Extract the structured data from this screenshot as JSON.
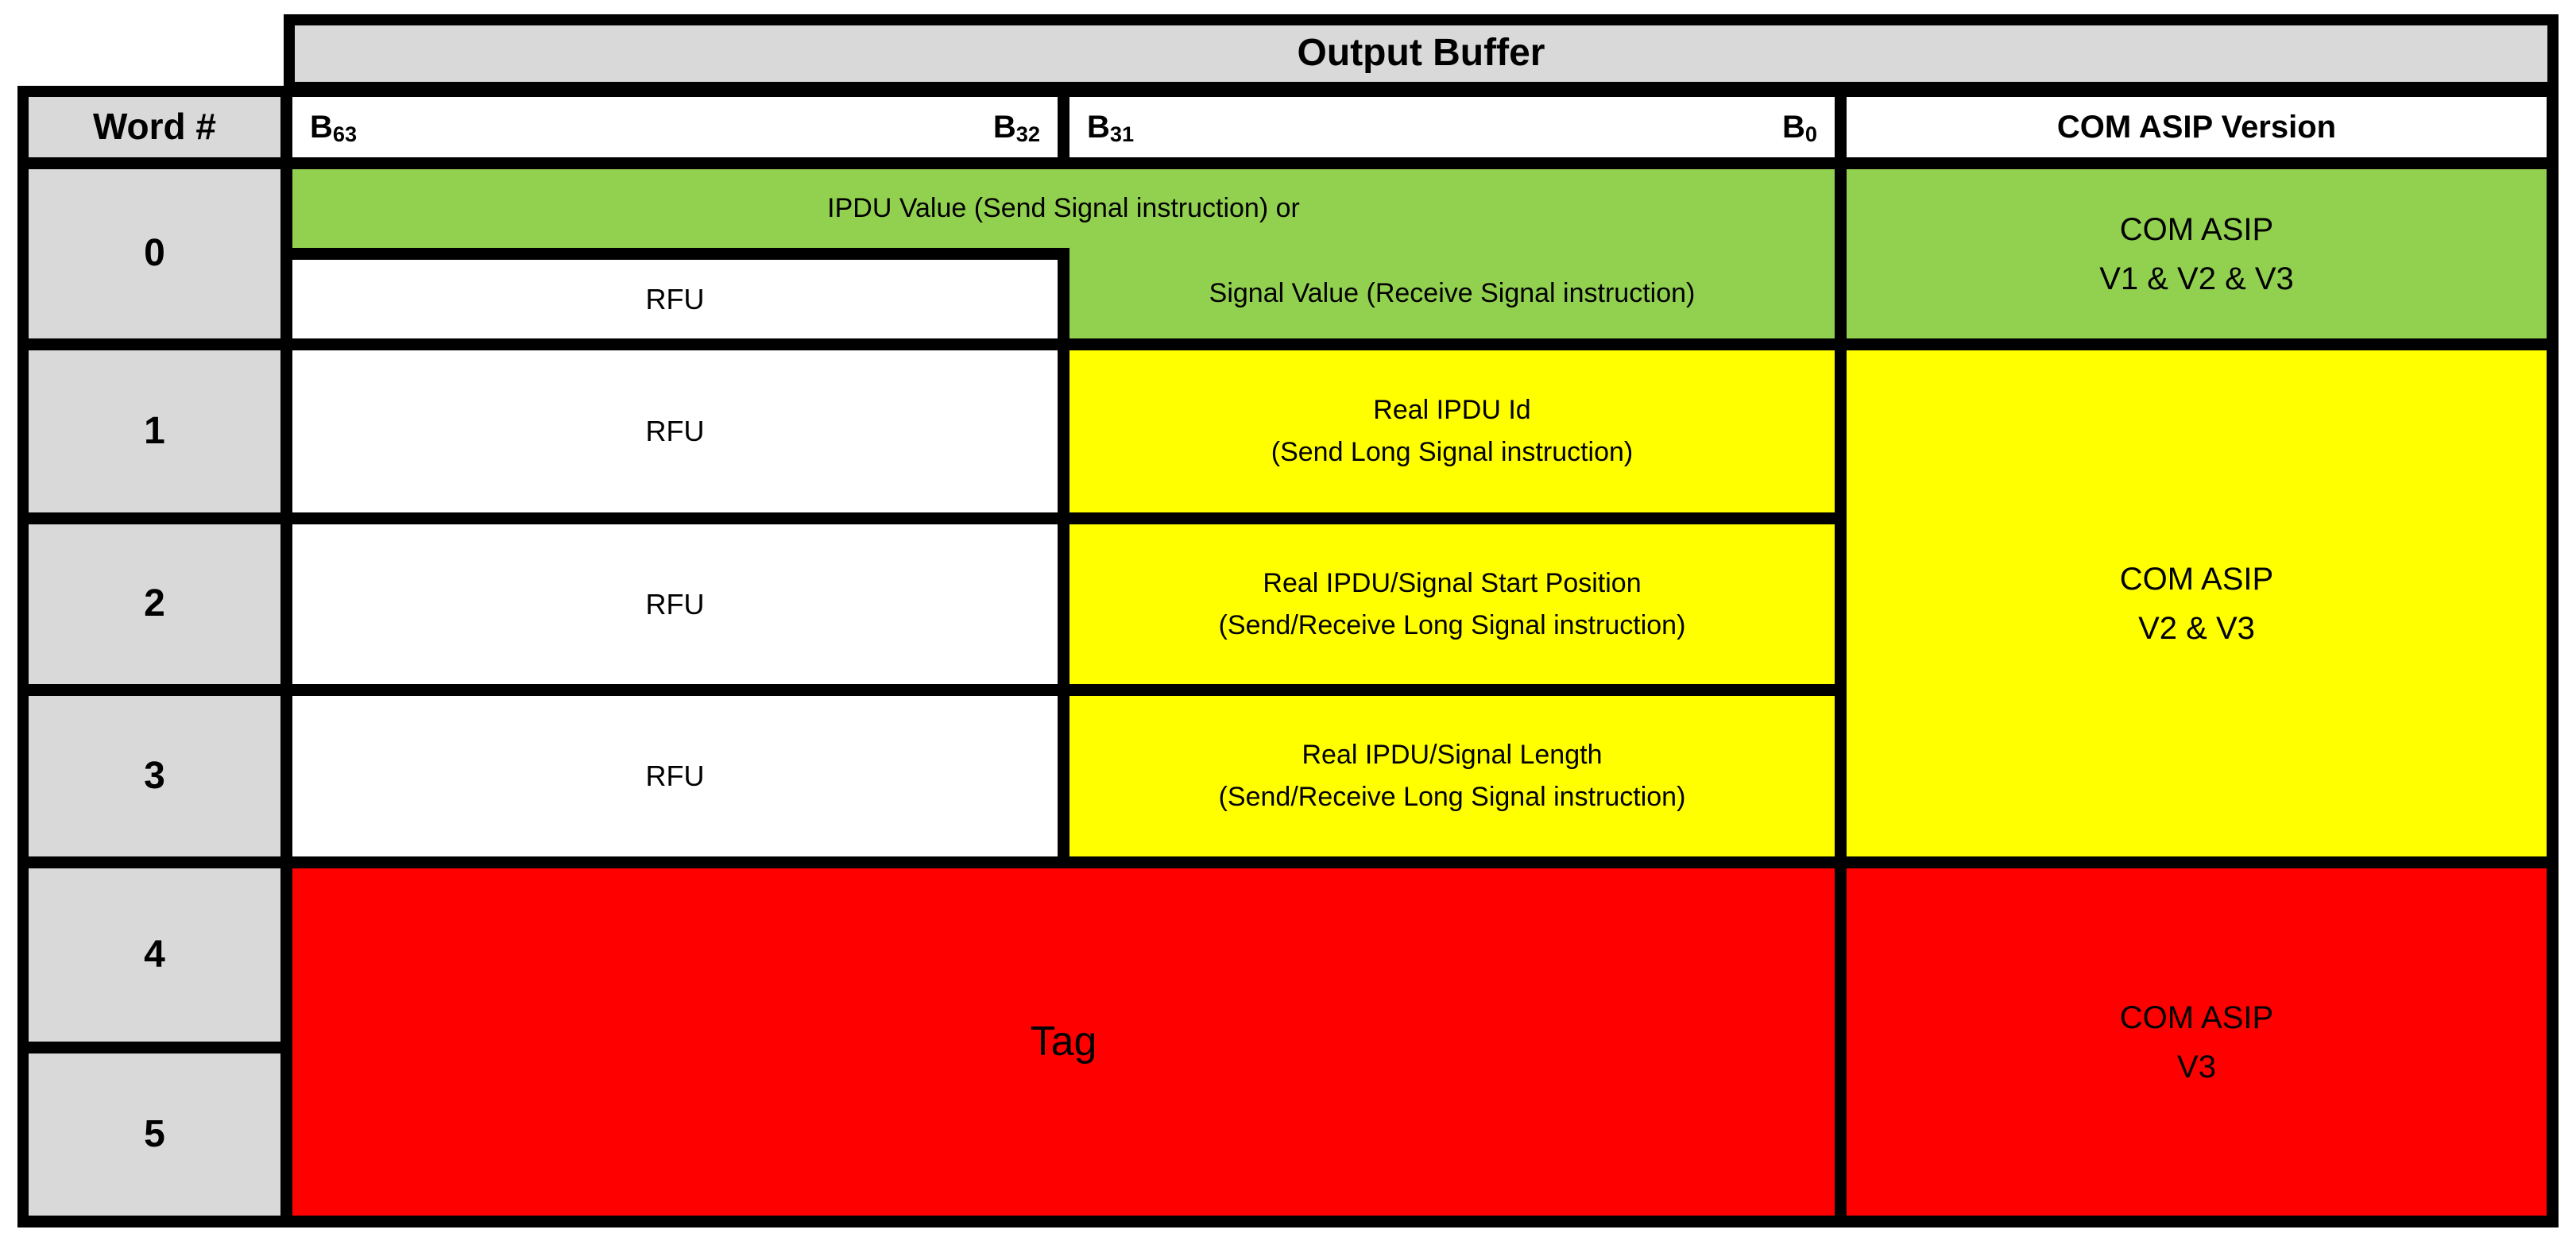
{
  "title": "Output Buffer",
  "colors": {
    "green": "#92D050",
    "yellow": "#FFFF00",
    "red": "#FF0000",
    "gray": "#D9D9D9",
    "border": "#000000"
  },
  "columns": {
    "word": "Word #",
    "bits_high": {
      "left_base": "B",
      "left_sub": "63",
      "right_base": "B",
      "right_sub": "32"
    },
    "bits_low": {
      "left_base": "B",
      "left_sub": "31",
      "right_base": "B",
      "right_sub": "0"
    },
    "version": "COM ASIP Version"
  },
  "word_numbers": [
    "0",
    "1",
    "2",
    "3",
    "4",
    "5"
  ],
  "cells": {
    "ipdu_value": "IPDU Value (Send Signal instruction) or",
    "rfu_0": "RFU",
    "signal_value": "Signal Value (Receive Signal instruction)",
    "rfu_1": "RFU",
    "real_ipdu_id": [
      "Real IPDU Id",
      "(Send Long Signal instruction)"
    ],
    "rfu_2": "RFU",
    "real_start_position": [
      "Real IPDU/Signal Start Position",
      "(Send/Receive Long Signal instruction)"
    ],
    "rfu_3": "RFU",
    "real_length": [
      "Real IPDU/Signal Length",
      "(Send/Receive Long Signal instruction)"
    ],
    "tag": "Tag",
    "version_v1v2v3": [
      "COM ASIP",
      "V1 & V2 & V3"
    ],
    "version_v2v3": [
      "COM ASIP",
      "V2 & V3"
    ],
    "version_v3": [
      "COM ASIP",
      "V3"
    ]
  }
}
